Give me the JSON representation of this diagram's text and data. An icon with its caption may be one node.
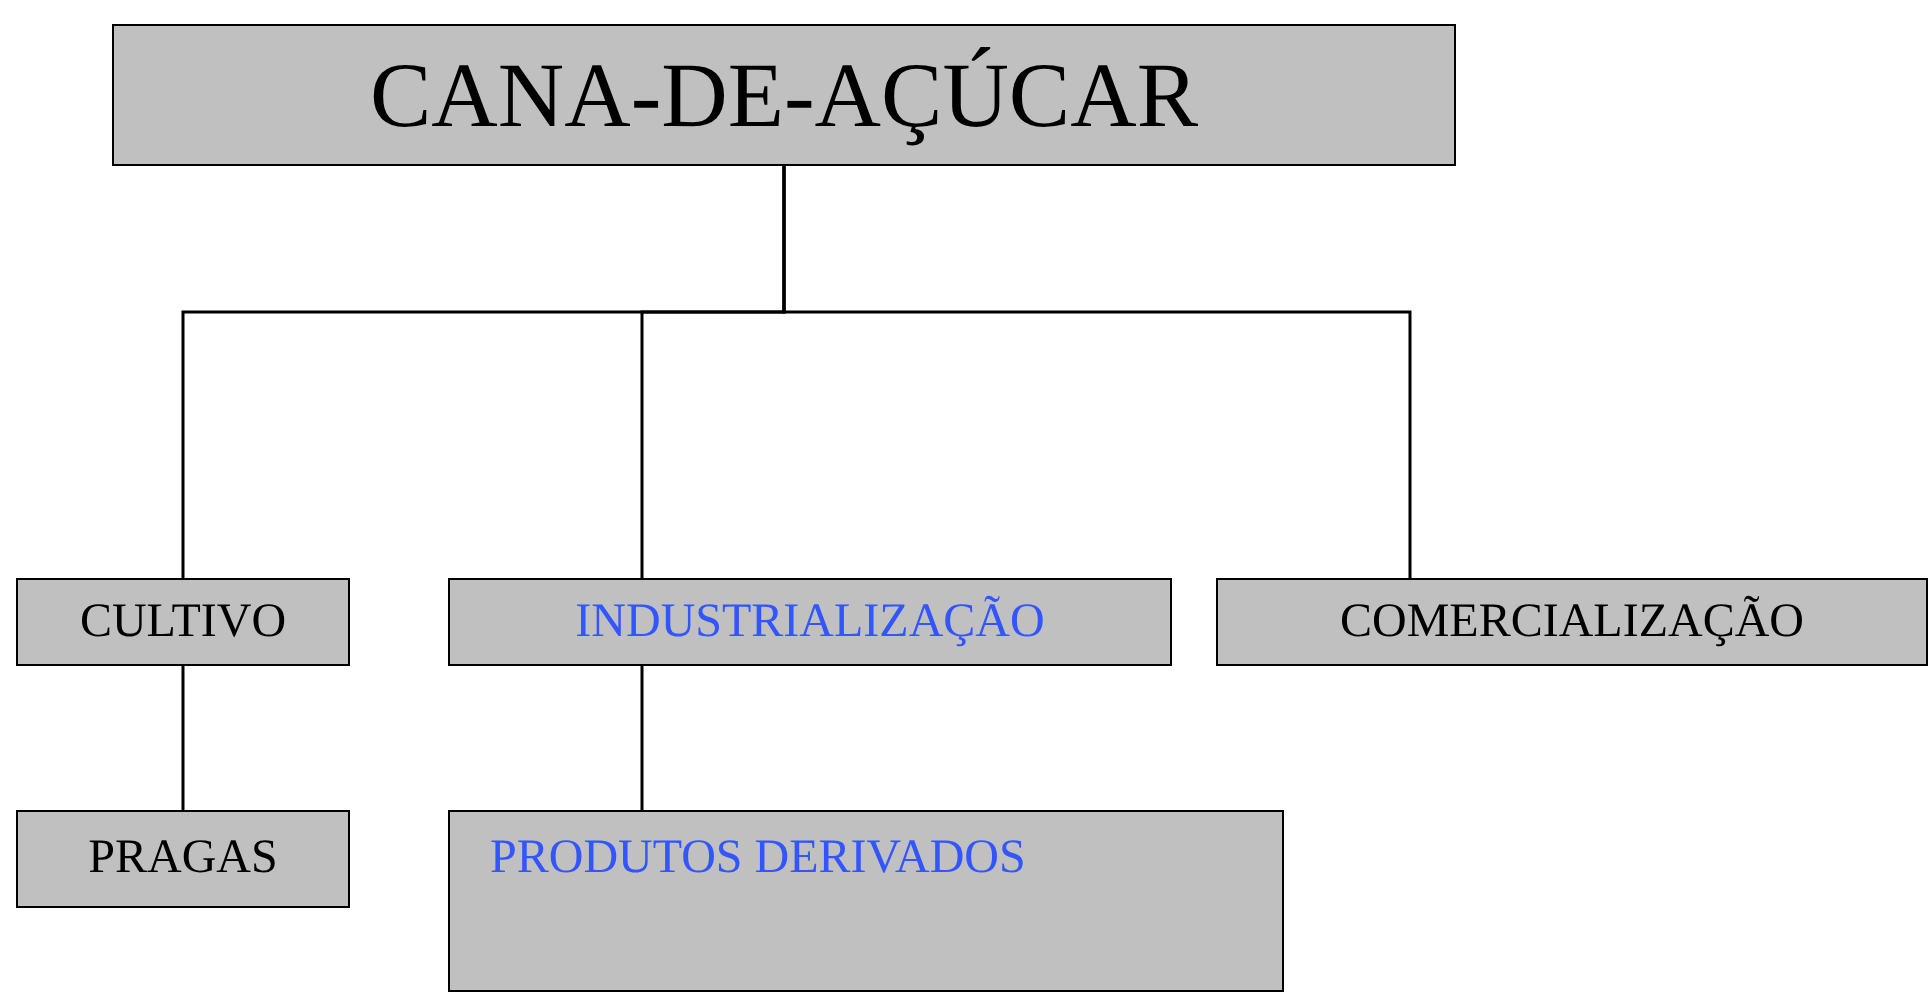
{
  "diagram": {
    "nodes": [
      {
        "text": [
          "CANA-DE-AÇÚCAR"
        ]
      },
      {
        "text": [
          "CULTIVO"
        ]
      },
      {
        "text": [
          "INDUSTRIALIZAÇÃO"
        ]
      },
      {
        "text": [
          "COMERCIALIZAÇÃO"
        ]
      },
      {
        "text": [
          "PRAGAS"
        ]
      },
      {
        "text": [
          "PRODUTOS DERIVADOS"
        ]
      }
    ],
    "edges": [
      {
        "from": 0,
        "to": 1,
        "arrow": "none"
      },
      {
        "from": 0,
        "to": 2,
        "arrow": "none"
      },
      {
        "from": 0,
        "to": 3,
        "arrow": "none"
      },
      {
        "from": 1,
        "to": 4,
        "arrow": "none"
      },
      {
        "from": 2,
        "to": 5,
        "arrow": "none"
      }
    ]
  }
}
